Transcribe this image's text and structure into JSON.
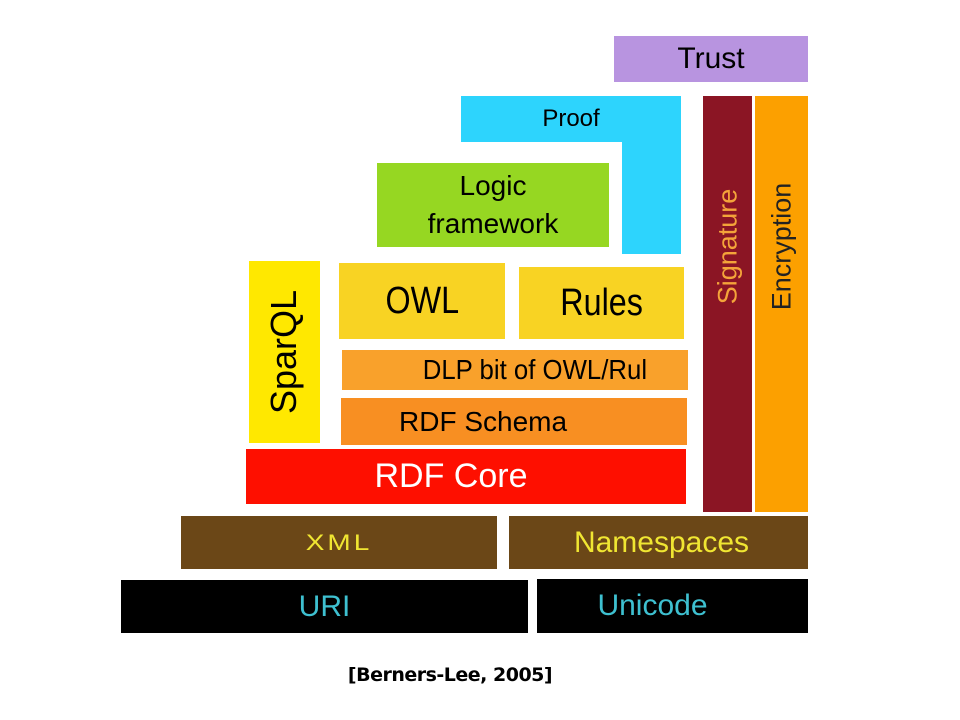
{
  "layers": {
    "trust": "Trust",
    "proof": "Proof",
    "logic": [
      "Logic",
      "framework"
    ],
    "sparql": "SparQL",
    "owl": "OWL",
    "rules": "Rules",
    "dlp": "DLP bit of OWL/Rul",
    "rdf_schema": "RDF Schema",
    "rdf_core": "RDF Core",
    "signature": "Signature",
    "encryption": "Encryption",
    "xml": "XML",
    "namespaces": "Namespaces",
    "uri": "URI",
    "unicode": "Unicode"
  },
  "colors": {
    "trust": "#b894e0",
    "proof": "#2dd4fd",
    "logic": "#96d722",
    "sparql": "#ffe800",
    "owl_rules": "#f8d323",
    "dlp": "#f9a12b",
    "rdf_schema": "#f88f22",
    "rdf_core": "#fe0f00",
    "signature": "#8b1524",
    "encryption": "#fca000",
    "xml_namespaces": "#6b4717",
    "uri_unicode": "#000000"
  },
  "caption": "[Berners-Lee, 2005]"
}
